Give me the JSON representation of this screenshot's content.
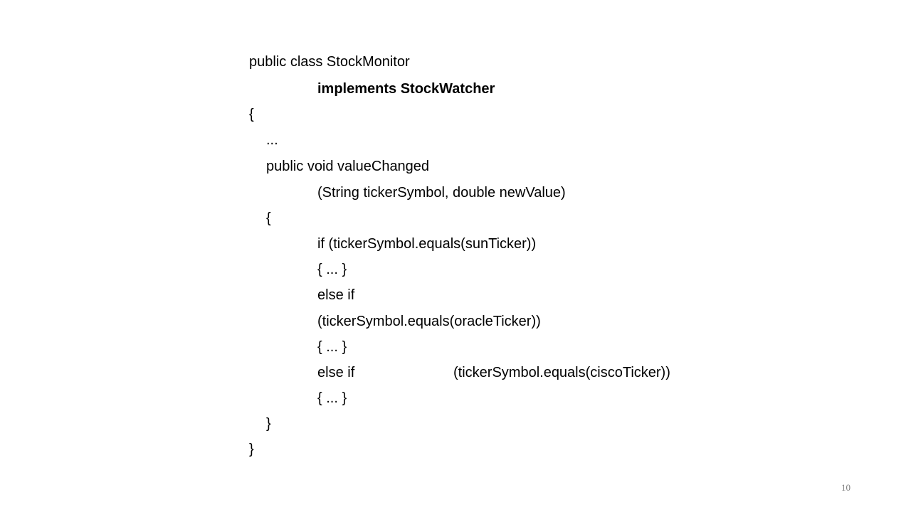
{
  "slide": {
    "code_lines": [
      "public class StockMonitor",
      "implements StockWatcher",
      "{",
      "...",
      "public void valueChanged",
      "(String tickerSymbol, double newValue)",
      "{",
      "if (tickerSymbol.equals(sunTicker))",
      "{ ... }",
      "else if",
      "(tickerSymbol.equals(oracleTicker))",
      "{ ... }",
      "else if",
      "(tickerSymbol.equals(ciscoTicker))",
      "{ ... }",
      "}",
      "}"
    ],
    "page_number": "10"
  }
}
